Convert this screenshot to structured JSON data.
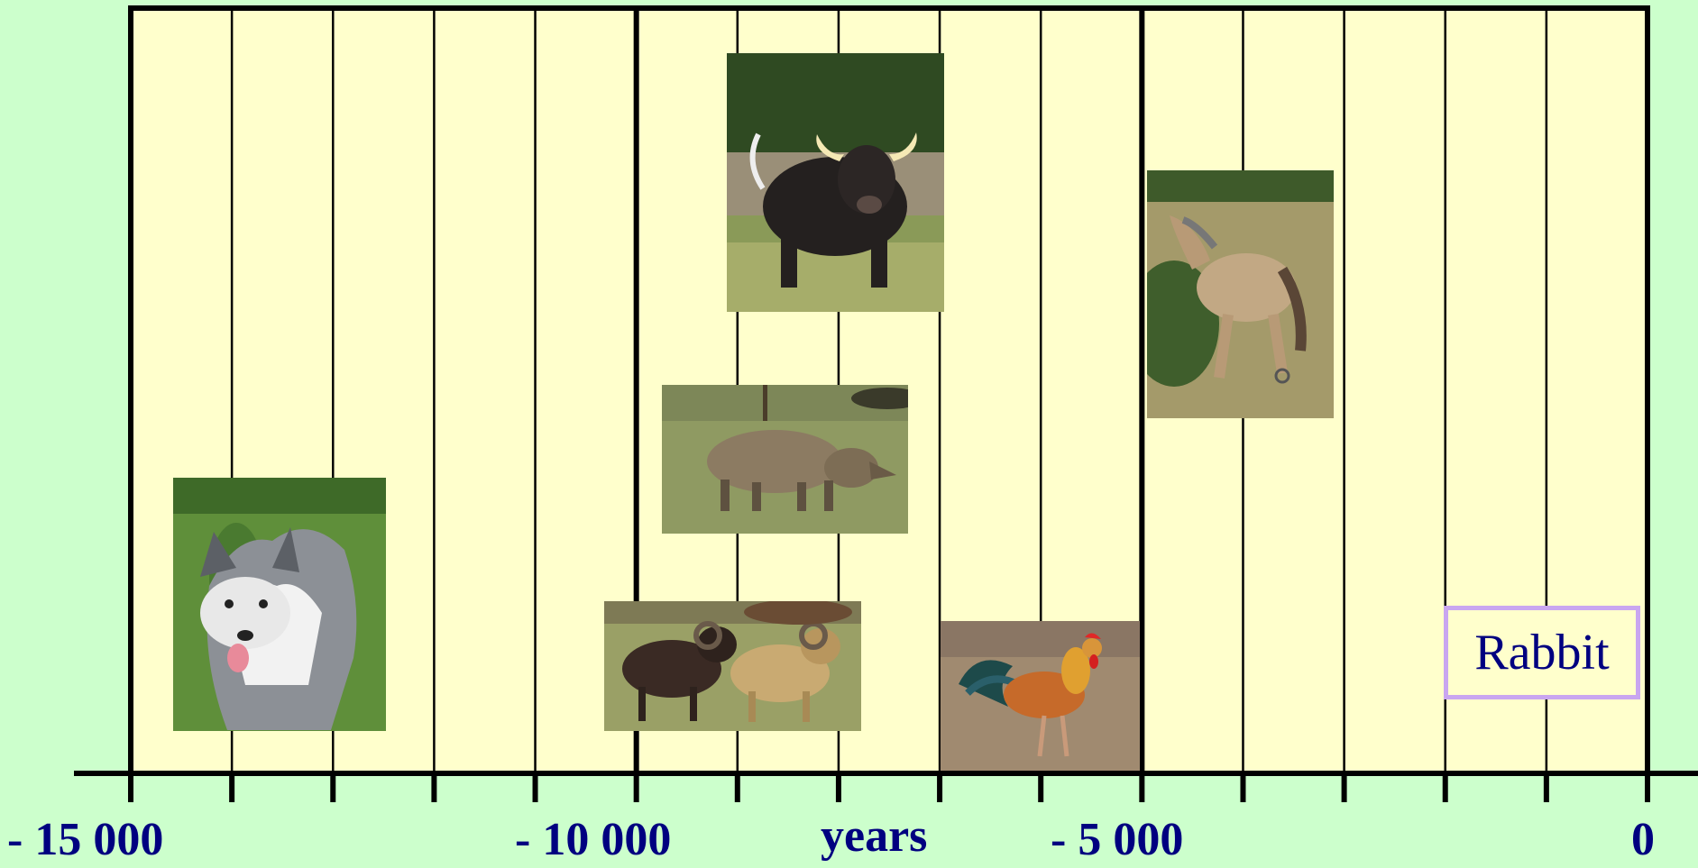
{
  "axis": {
    "tick_labels": [
      "- 15 000",
      "- 10 000",
      "- 5 000",
      "0"
    ],
    "unit_label": "years"
  },
  "domestications": [
    {
      "animal": "dog",
      "icon": "dog-photo"
    },
    {
      "animal": "cattle",
      "icon": "bull-photo"
    },
    {
      "animal": "pig",
      "icon": "pig-photo"
    },
    {
      "animal": "sheep",
      "icon": "sheep-photo"
    },
    {
      "animal": "chicken",
      "icon": "rooster-photo"
    },
    {
      "animal": "horse",
      "icon": "horse-photo"
    },
    {
      "animal": "rabbit",
      "label": "Rabbit"
    }
  ],
  "colors": {
    "page_background": "#ccffcc",
    "timeline_fill": "#ffffcc",
    "text": "#000080",
    "rabbit_border": "#c9a6f0"
  }
}
